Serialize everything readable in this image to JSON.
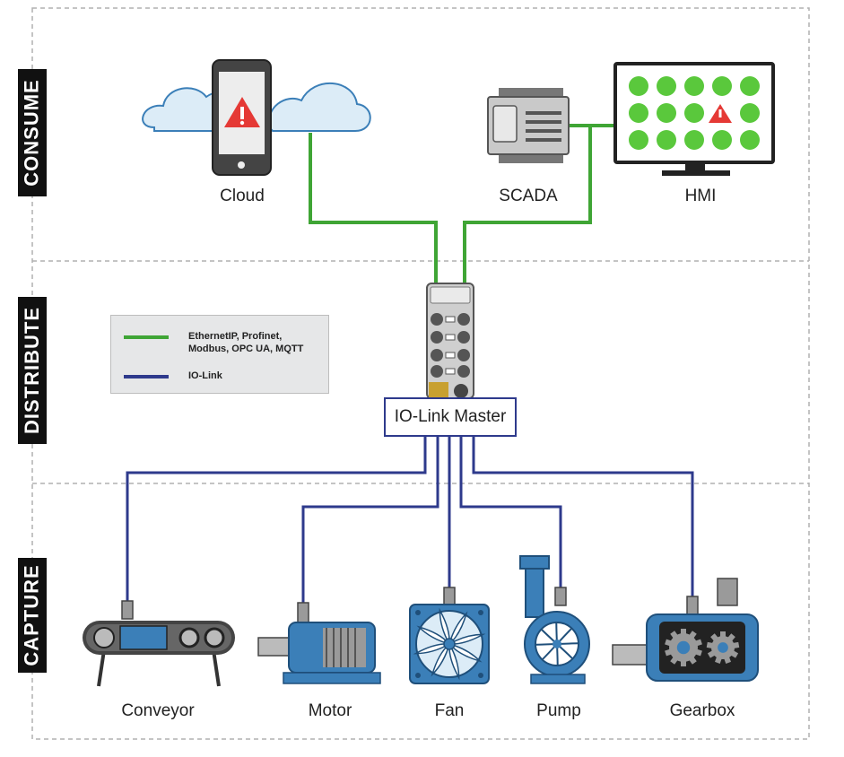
{
  "zones": {
    "consume": "CONSUME",
    "distribute": "DISTRIBUTE",
    "capture": "CAPTURE"
  },
  "devices": {
    "cloud": "Cloud",
    "scada": "SCADA",
    "hmi": "HMI",
    "io_link_master": "IO-Link Master",
    "conveyor": "Conveyor",
    "motor": "Motor",
    "fan": "Fan",
    "pump": "Pump",
    "gearbox": "Gearbox"
  },
  "legend": {
    "ethernet": "EthernetIP, Profinet, Modbus, OPC UA, MQTT",
    "iolink": "IO-Link"
  },
  "colors": {
    "ethernet_line": "#3fa535",
    "iolink_line": "#2e3a8c",
    "device_blue": "#3b7fb8",
    "hmi_green": "#5ac83c",
    "alert_red": "#e53935"
  }
}
